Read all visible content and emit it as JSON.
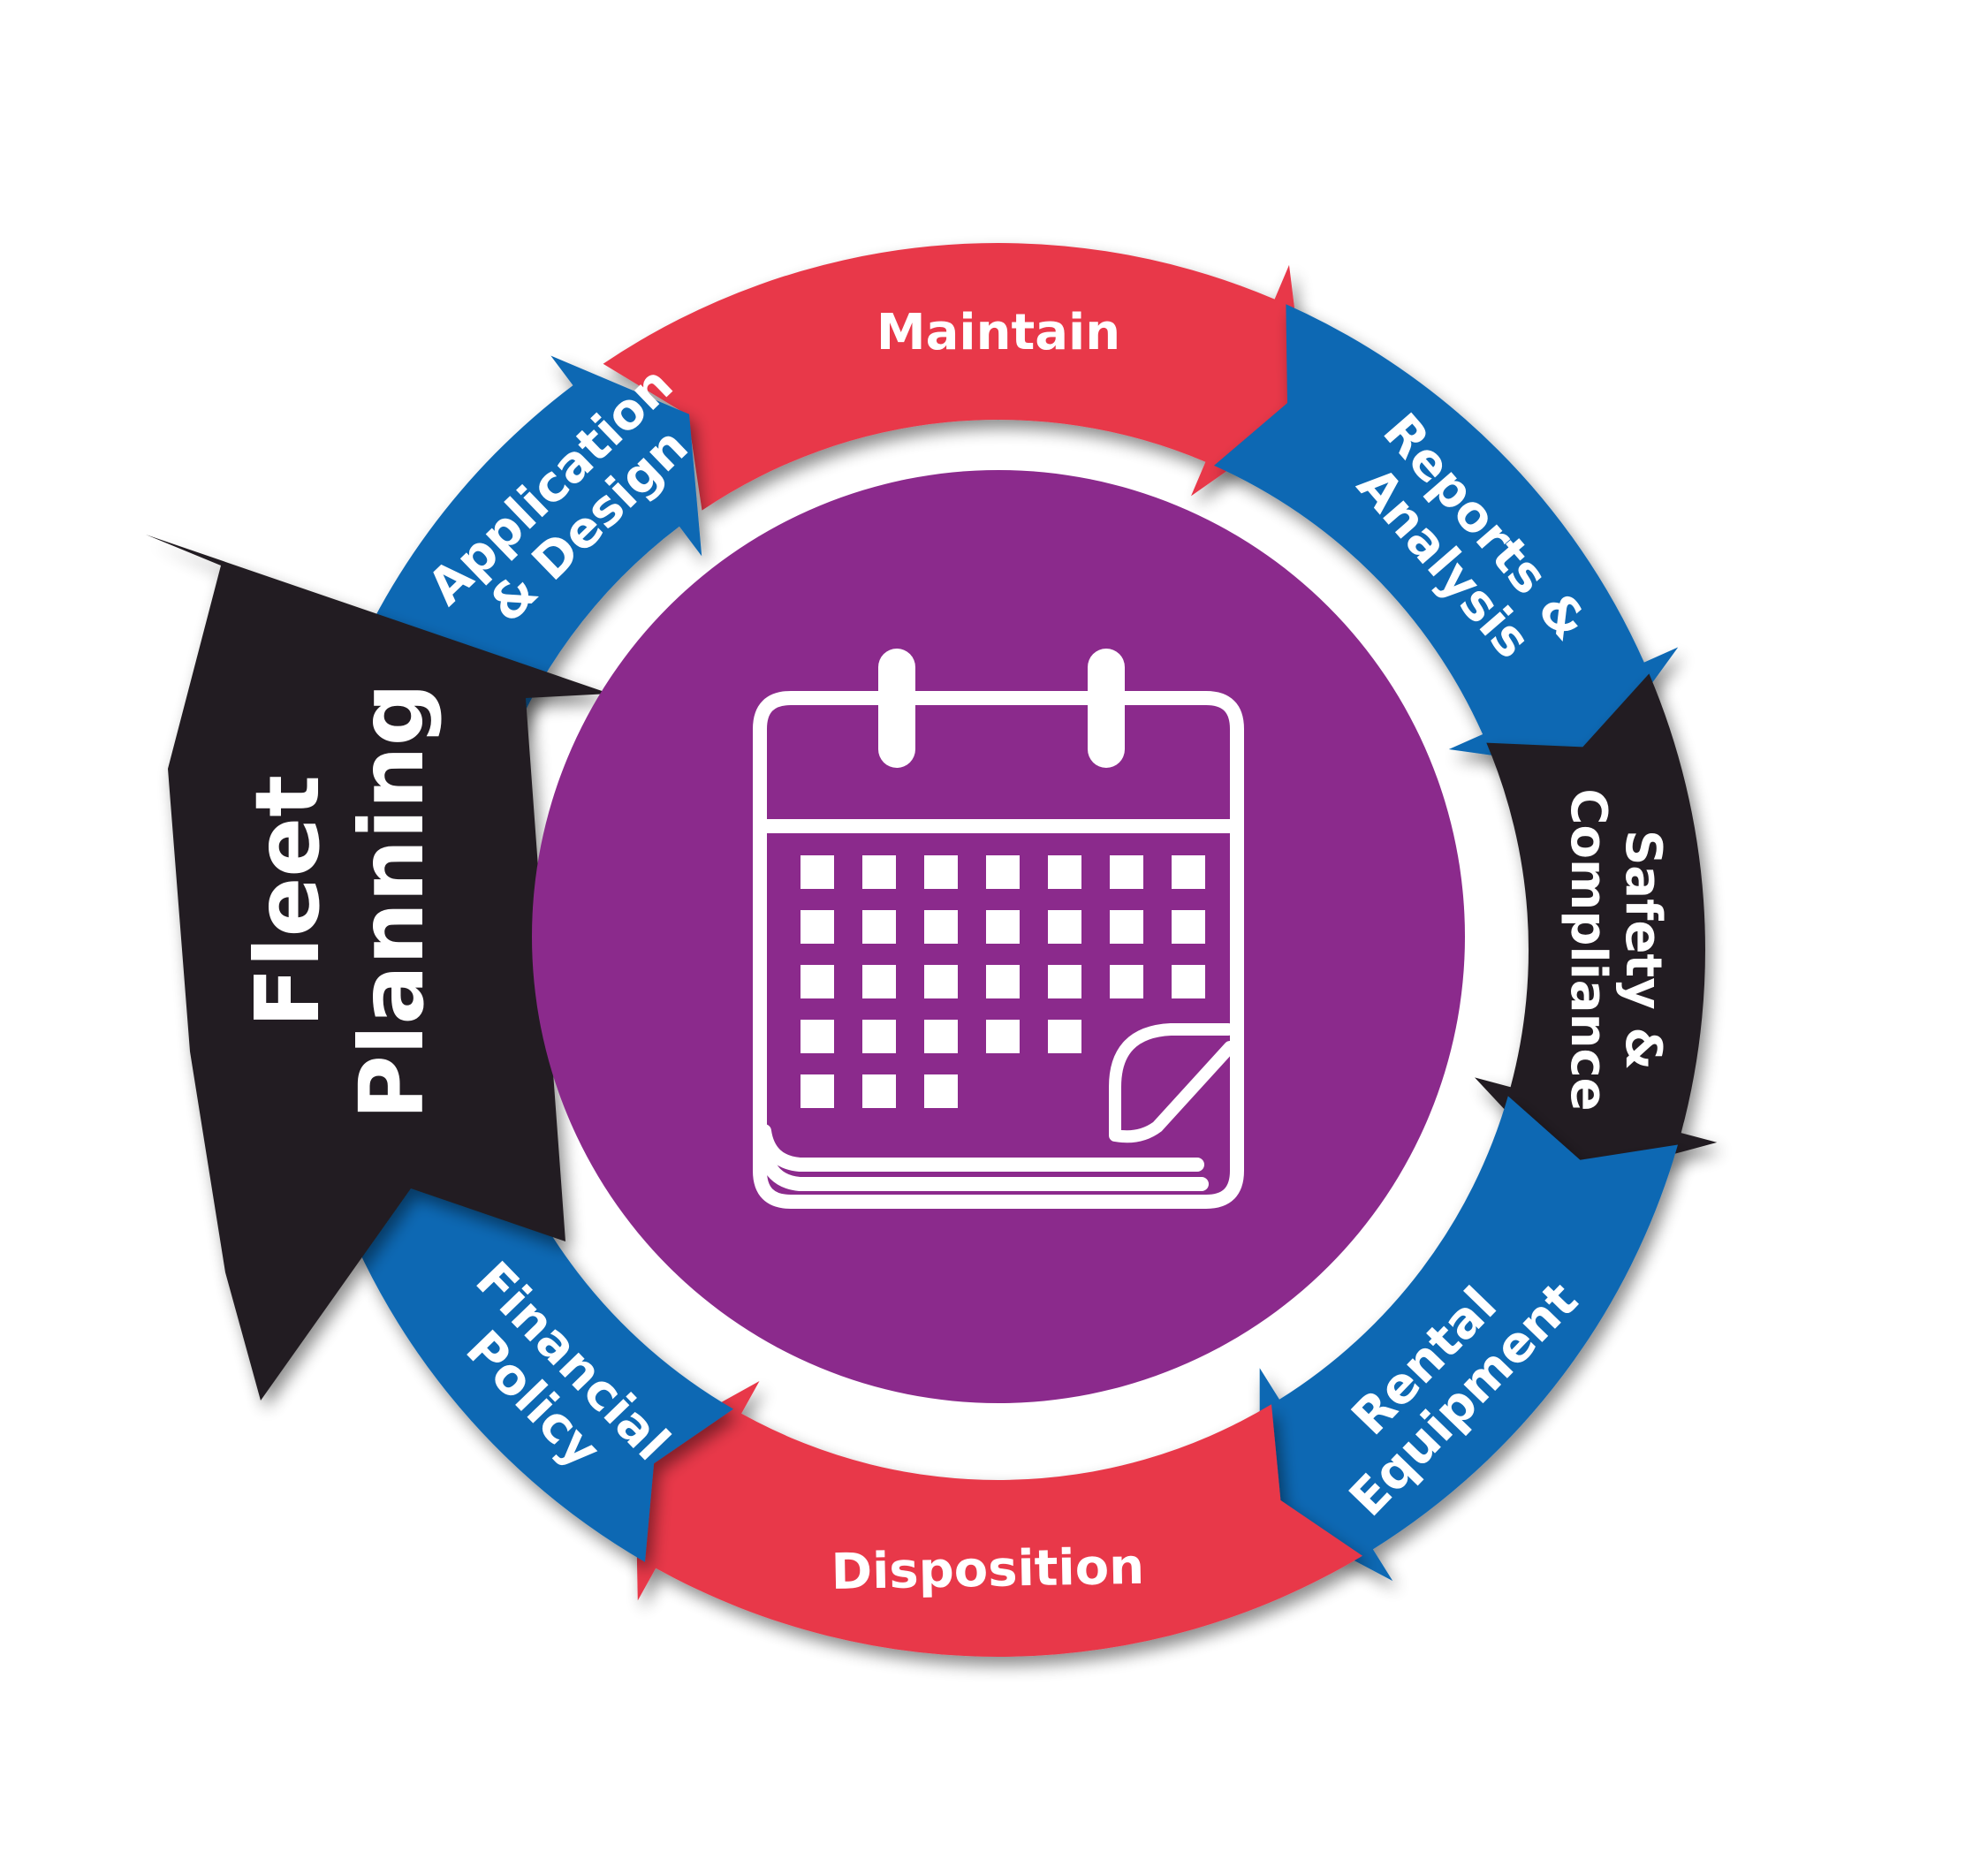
{
  "colors": {
    "red": "#e8374a",
    "blue": "#0a67b3",
    "black": "#231f20",
    "purple": "#8b2a8c",
    "white": "#ffffff"
  },
  "center": {
    "icon": "calendar-icon",
    "fill_color": "#8b2a8c"
  },
  "segments": [
    {
      "id": "maintain",
      "lines": [
        "Maintain"
      ],
      "color": "#e8374a"
    },
    {
      "id": "reports-analysis",
      "lines": [
        "Reports &",
        "Analysis"
      ],
      "color": "#0a67b3"
    },
    {
      "id": "safety-compliance",
      "lines": [
        "Safety &",
        "Compliance"
      ],
      "color": "#231f20"
    },
    {
      "id": "rental-equipment",
      "lines": [
        "Rental",
        "Equipment"
      ],
      "color": "#0a67b3"
    },
    {
      "id": "disposition",
      "lines": [
        "Disposition"
      ],
      "color": "#e8374a"
    },
    {
      "id": "financial-policy",
      "lines": [
        "Financial",
        "Policy"
      ],
      "color": "#0a67b3"
    },
    {
      "id": "application-design",
      "lines": [
        "Application",
        "& Design"
      ],
      "color": "#0a67b3"
    }
  ],
  "highlight": {
    "id": "fleet-planning",
    "lines": [
      "Fleet",
      "Planning"
    ],
    "color": "#231f20"
  }
}
